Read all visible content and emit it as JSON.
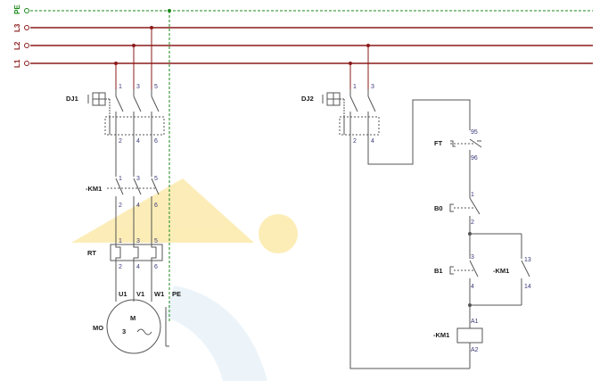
{
  "buses": {
    "pe": "PE",
    "l3": "L3",
    "l2": "L2",
    "l1": "L1",
    "pe_color": "#1a8a1a",
    "line_color": "#8b1a1a"
  },
  "power_circuit": {
    "breaker": "DJ1",
    "breaker_top_terminals": [
      "1",
      "3",
      "5"
    ],
    "breaker_bottom_terminals": [
      "2",
      "4",
      "6"
    ],
    "contactor": "-KM1",
    "contactor_top_terminals": [
      "1",
      "3",
      "5"
    ],
    "contactor_bottom_terminals": [
      "2",
      "4",
      "6"
    ],
    "relay": "RT",
    "relay_top_terminals": [
      "1",
      "3",
      "5"
    ],
    "relay_bottom_terminals": [
      "2",
      "4",
      "6"
    ],
    "motor_terminals": [
      "U1",
      "V1",
      "W1",
      "PE"
    ],
    "motor": {
      "label": "MO",
      "symbol": "M",
      "phases": "3",
      "ac": "~"
    }
  },
  "control_circuit": {
    "breaker": "DJ2",
    "breaker_top_terminals": [
      "1",
      "3"
    ],
    "breaker_bottom_terminals": [
      "2",
      "4"
    ],
    "relay_contact": {
      "label": "FT",
      "top": "95",
      "bottom": "96"
    },
    "stop_button": {
      "label": "B0",
      "top": "1",
      "bottom": "2"
    },
    "start_button": {
      "label": "B1",
      "top": "3",
      "bottom": "4"
    },
    "hold_contact": {
      "label": "-KM1",
      "top": "13",
      "bottom": "14"
    },
    "coil": {
      "label": "-KM1",
      "top": "A1",
      "bottom": "A2"
    }
  },
  "watermark_color": "#f5c000"
}
